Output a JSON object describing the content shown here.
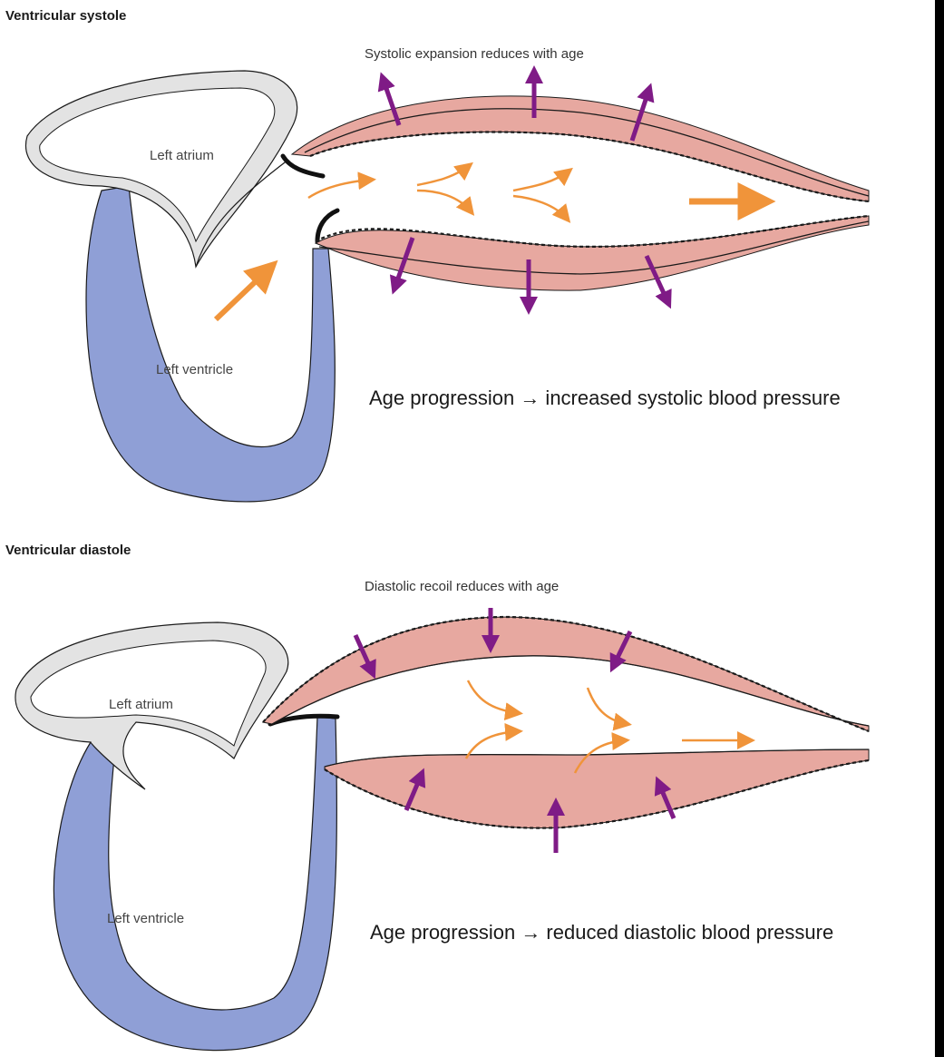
{
  "colors": {
    "background": "#000000",
    "panel": "#ffffff",
    "atrium_wall": "#e3e3e3",
    "ventricle_wall": "#8f9fd6",
    "artery_wall": "#e7a8a0",
    "flow_arrow": "#f0943a",
    "force_arrow": "#7f1b86",
    "outline": "#1a1a1a"
  },
  "systole": {
    "title": "Ventricular systole",
    "note": "Systolic expansion reduces with age",
    "atrium_label": "Left atrium",
    "ventricle_label": "Left ventricle",
    "caption": "Age progression → increased systolic blood pressure",
    "force_arrow_direction": "outward",
    "force_arrow_icon": "purple-arrow-icon",
    "flow_arrow_icon": "orange-arrow-icon"
  },
  "diastole": {
    "title": "Ventricular diastole",
    "note": "Diastolic recoil reduces with age",
    "atrium_label": "Left atrium",
    "ventricle_label": "Left ventricle",
    "caption": "Age progression → reduced diastolic blood pressure",
    "force_arrow_direction": "inward",
    "force_arrow_icon": "purple-arrow-icon",
    "flow_arrow_icon": "orange-arrow-icon"
  }
}
